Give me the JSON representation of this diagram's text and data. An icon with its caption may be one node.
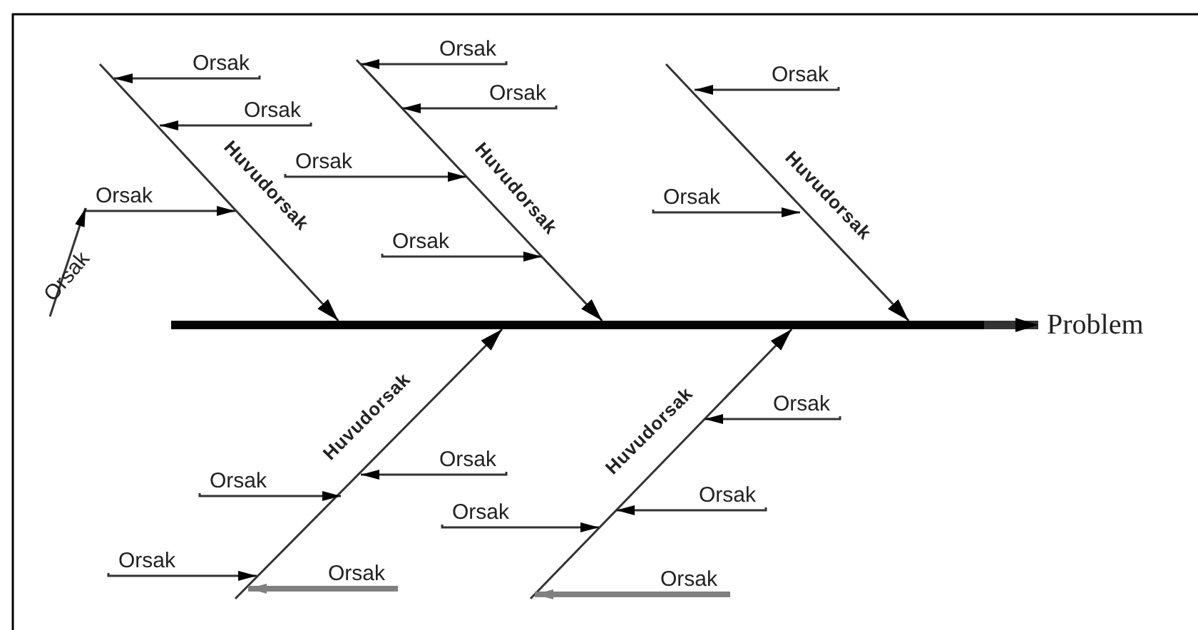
{
  "diagram": {
    "nodes": [
      {
        "text": [
          "Orsak"
        ]
      },
      {
        "text": [
          "Orsak"
        ]
      },
      {
        "text": [
          "Orsak"
        ]
      },
      {
        "text": [
          "Orsak"
        ]
      },
      {
        "text": [
          "Orsak"
        ]
      },
      {
        "text": [
          "Orsak"
        ]
      },
      {
        "text": [
          "Orsak"
        ]
      },
      {
        "text": [
          "Orsak"
        ]
      },
      {
        "text": [
          "Orsak"
        ]
      },
      {
        "text": [
          "Orsak"
        ]
      },
      {
        "text": [],
        "shape": "bar"
      },
      {
        "text": [
          "Problem"
        ]
      },
      {
        "text": [
          "Orsak"
        ]
      },
      {
        "text": [
          "Orsak"
        ]
      },
      {
        "text": [
          "Orsak"
        ]
      },
      {
        "text": [
          "Orsak"
        ]
      },
      {
        "text": [
          "Orsak"
        ]
      },
      {
        "text": [
          "Orsak"
        ]
      },
      {
        "text": [
          "Orsak"
        ]
      },
      {
        "text": [
          "Orsak"
        ]
      }
    ],
    "edges": [
      {
        "from": 10,
        "to": 11,
        "arrow": "to",
        "style": "thick"
      },
      {
        "from": null,
        "to": 10,
        "arrow": "to",
        "label": "Huvudorsak"
      },
      {
        "from": null,
        "to": 10,
        "arrow": "to",
        "label": "Huvudorsak"
      },
      {
        "from": null,
        "to": 10,
        "arrow": "to",
        "label": "Huvudorsak"
      },
      {
        "from": null,
        "to": 10,
        "arrow": "to",
        "label": "Huvudorsak"
      },
      {
        "from": null,
        "to": 10,
        "arrow": "to",
        "label": "Huvudorsak"
      },
      {
        "from": 0,
        "to": null,
        "arrow": "to"
      },
      {
        "from": 1,
        "to": null,
        "arrow": "to"
      },
      {
        "from": 2,
        "to": null,
        "arrow": "to"
      },
      {
        "from": 3,
        "to": 2,
        "arrow": "to"
      },
      {
        "from": 4,
        "to": null,
        "arrow": "to"
      },
      {
        "from": 5,
        "to": null,
        "arrow": "to"
      },
      {
        "from": 6,
        "to": null,
        "arrow": "to"
      },
      {
        "from": 7,
        "to": null,
        "arrow": "to"
      },
      {
        "from": 8,
        "to": null,
        "arrow": "to"
      },
      {
        "from": 9,
        "to": null,
        "arrow": "to"
      },
      {
        "from": 12,
        "to": null,
        "arrow": "to"
      },
      {
        "from": 13,
        "to": null,
        "arrow": "to"
      },
      {
        "from": 14,
        "to": null,
        "arrow": "to"
      },
      {
        "from": 15,
        "to": null,
        "arrow": "to",
        "style": "thick",
        "color": "#808080"
      },
      {
        "from": 16,
        "to": null,
        "arrow": "to"
      },
      {
        "from": 17,
        "to": null,
        "arrow": "to"
      },
      {
        "from": 18,
        "to": null,
        "arrow": "to"
      },
      {
        "from": 19,
        "to": null,
        "arrow": "to",
        "style": "thick",
        "color": "#808080"
      }
    ]
  }
}
